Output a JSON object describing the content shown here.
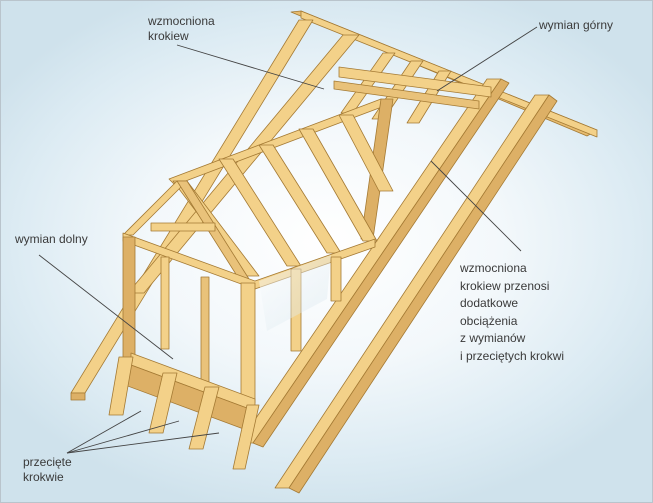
{
  "labels": {
    "wzmocniona_krokiew_top": [
      "wzmocniona",
      "krokiew"
    ],
    "wymian_gorny": "wymian górny",
    "wymian_dolny": "wymian dolny",
    "wzmocniona_krokiew_right": [
      "wzmocniona",
      "krokiew przenosi",
      "dodatkowe",
      "obciążenia",
      "z wymianów",
      "i przeciętych krokwi"
    ],
    "przeciete_krokwie": [
      "przecięte",
      "krokwie"
    ]
  },
  "colors": {
    "timber": "#f3d189",
    "timber_side": "#ddb066",
    "timber_edge": "#a47a34",
    "leader": "#444444"
  }
}
